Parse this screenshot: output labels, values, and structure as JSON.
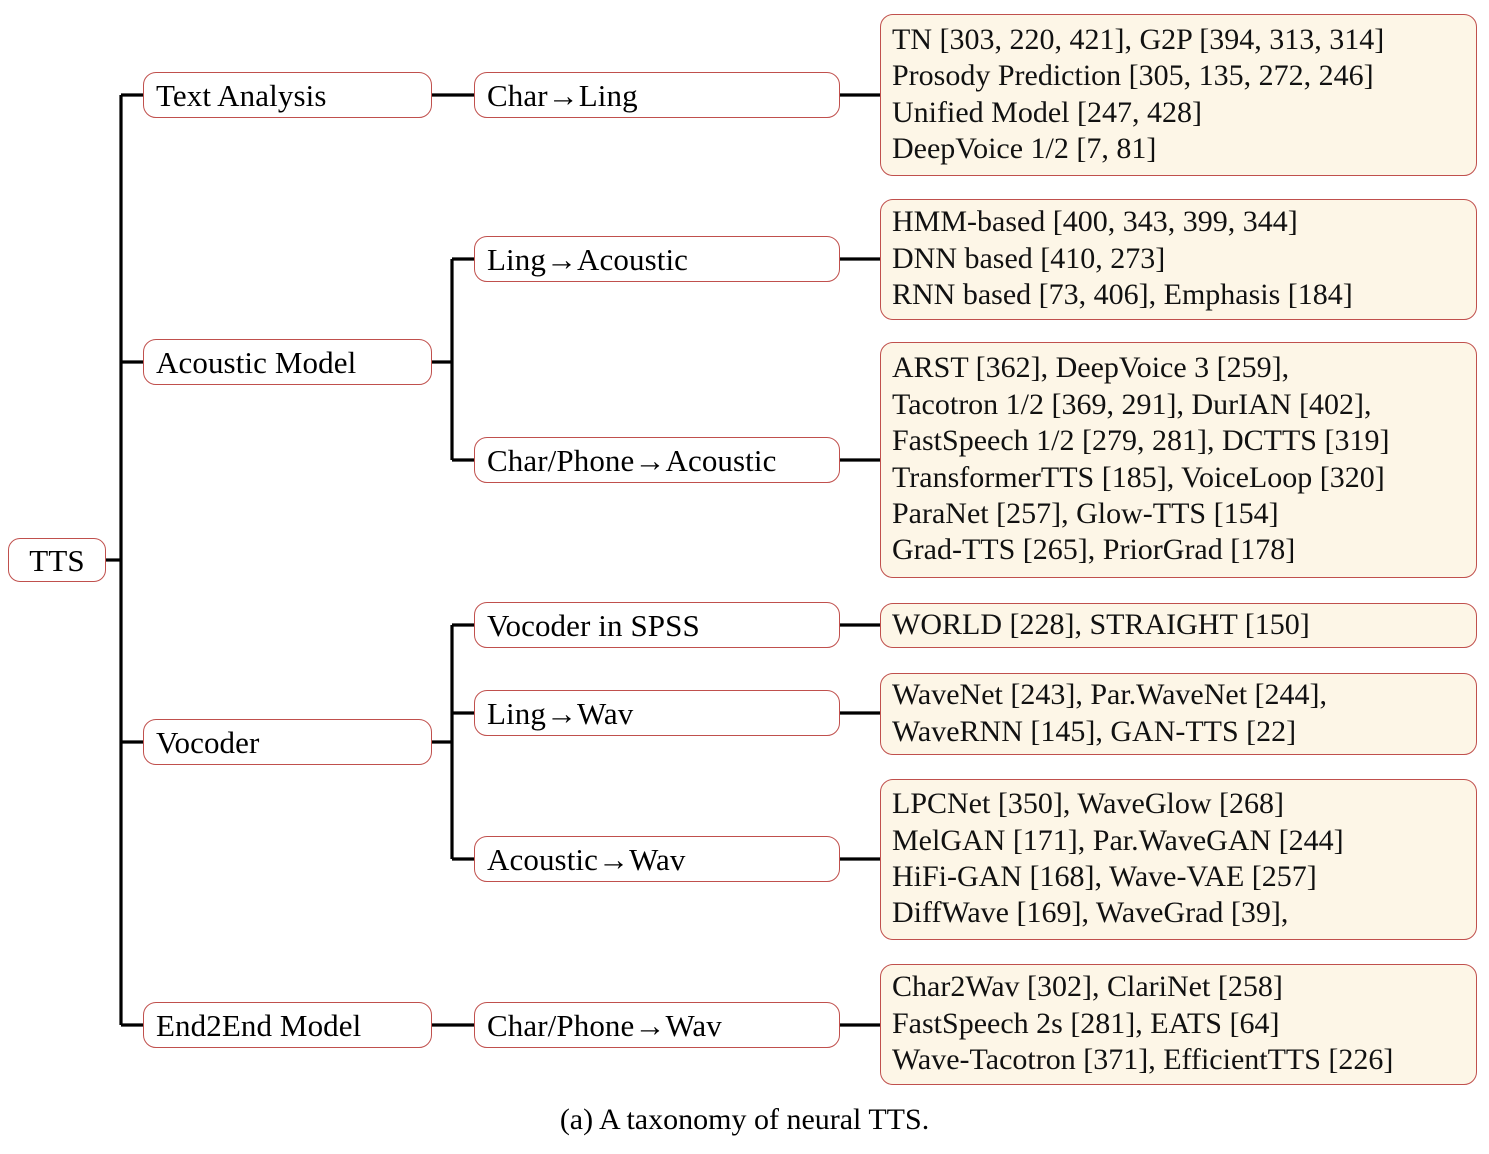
{
  "figure": {
    "caption": "(a) A taxonomy of neural TTS.",
    "colors": {
      "node_border": "#c0504d",
      "leaf_fill": "#fdf6e7",
      "node_fill": "#ffffff",
      "connector": "#000000",
      "text": "#000000"
    }
  },
  "root": {
    "label": "TTS"
  },
  "categories": [
    {
      "label": "Text Analysis"
    },
    {
      "label": "Acoustic Model"
    },
    {
      "label": "Vocoder"
    },
    {
      "label": "End2End Model"
    }
  ],
  "subcategories": [
    {
      "label": "Char→Ling"
    },
    {
      "label": "Ling→Acoustic"
    },
    {
      "label": "Char/Phone→Acoustic"
    },
    {
      "label": "Vocoder in SPSS"
    },
    {
      "label": "Ling→Wav"
    },
    {
      "label": "Acoustic→Wav"
    },
    {
      "label": "Char/Phone→Wav"
    }
  ],
  "leaves": [
    {
      "lines": [
        "TN [303, 220, 421], G2P [394, 313, 314]",
        "Prosody Prediction [305, 135, 272, 246]",
        "Unified Model [247, 428]",
        "DeepVoice 1/2 [7, 81]"
      ]
    },
    {
      "lines": [
        "HMM-based [400, 343, 399, 344]",
        "DNN based [410, 273]",
        "RNN based [73, 406], Emphasis [184]"
      ]
    },
    {
      "lines": [
        "ARST [362], DeepVoice 3 [259],",
        "Tacotron 1/2 [369, 291], DurIAN [402],",
        "FastSpeech 1/2 [279, 281], DCTTS [319]",
        "TransformerTTS [185], VoiceLoop [320]",
        "ParaNet [257], Glow-TTS [154]",
        "Grad-TTS [265], PriorGrad [178]"
      ]
    },
    {
      "lines": [
        "WORLD [228], STRAIGHT [150]"
      ]
    },
    {
      "lines": [
        "WaveNet [243], Par.WaveNet [244],",
        "WaveRNN [145], GAN-TTS [22]"
      ]
    },
    {
      "lines": [
        "LPCNet [350], WaveGlow [268]",
        "MelGAN [171], Par.WaveGAN [244]",
        "HiFi-GAN [168], Wave-VAE [257]",
        "DiffWave [169], WaveGrad [39],"
      ]
    },
    {
      "lines": [
        "Char2Wav [302], ClariNet [258]",
        "FastSpeech 2s [281], EATS [64]",
        "Wave-Tacotron [371], EfficientTTS [226]"
      ]
    }
  ]
}
